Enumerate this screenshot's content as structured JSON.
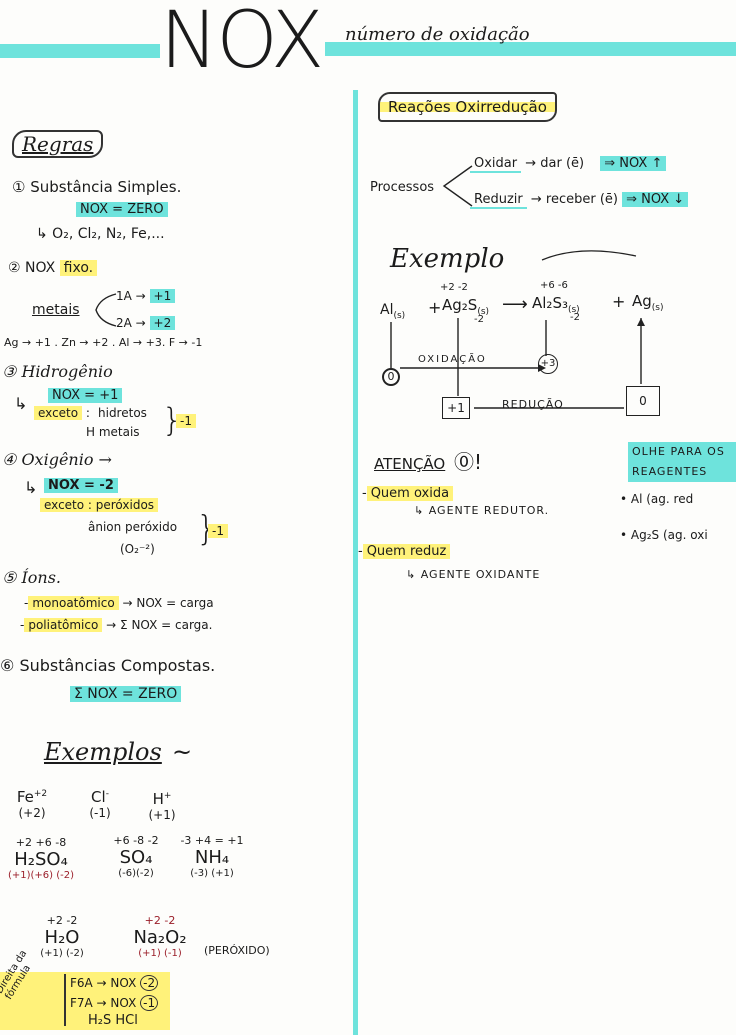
{
  "header": {
    "title": "NOX",
    "subtitle": "número de oxidação"
  },
  "left": {
    "regras_label": "Regras",
    "r1": {
      "num": "①",
      "title": "Substância Simples.",
      "badge": "NOX = ZERO",
      "examples": "↳ O₂, Cl₂, N₂, Fe,..."
    },
    "r2": {
      "num": "②",
      "title_a": "NOX",
      "title_b": "fixo.",
      "metais": "metais",
      "branch1": "1A →",
      "branch1_val": "+1",
      "branch2": "2A →",
      "branch2_val": "+2",
      "line": "Ag → +1 . Zn → +2 . Al → +3. F → -1"
    },
    "r3": {
      "num": "③",
      "title": "Hidrogênio",
      "badge": "NOX = +1",
      "exceto": "exceto",
      "colon": ":",
      "hid1": "hidretos",
      "hid2": "H metais",
      "val": "-1"
    },
    "r4": {
      "num": "④",
      "title": "Oxigênio →",
      "badge": "NOX = -2",
      "exceto": "exceto : peróxidos",
      "anion": "ânion peróxido",
      "ion": "(O₂⁻²)",
      "val": "-1"
    },
    "r5": {
      "num": "⑤",
      "title": "Íons.",
      "mono_a": "monoatômico",
      "mono_b": "→ NOX = carga",
      "poli_a": "poliatômico",
      "poli_b": "→ Σ NOX = carga."
    },
    "r6": {
      "num": "⑥",
      "title": "Substâncias Compostas.",
      "badge": "Σ NOX = ZERO"
    },
    "exemplos_label": "Exemplos",
    "ex_row1": [
      {
        "formula": "Fe",
        "charge": "+2",
        "value": "(+2)"
      },
      {
        "formula": "Cl",
        "charge": "-",
        "value": "(-1)"
      },
      {
        "formula": "H",
        "charge": "+",
        "value": "(+1)"
      }
    ],
    "ex_row2": [
      {
        "top": "+2 +6 -8",
        "formula": "H₂SO₄",
        "bottom": "(+1)(+6) (-2)"
      },
      {
        "top": "+6 -8 -2",
        "formula": "SO₄",
        "bottom": "(-6)(-2)"
      },
      {
        "top": "-3 +4 = +1",
        "formula": "NH₄",
        "bottom": "(-3) (+1)"
      }
    ],
    "ex_row3": [
      {
        "top": "+2 -2",
        "formula": "H₂O",
        "bottom": "(+1) (-2)"
      },
      {
        "top": "+2 -2",
        "formula": "Na₂O₂",
        "bottom": "(+1) (-1)",
        "note": "(PERÓXIDO)"
      }
    ],
    "footer": {
      "side": "Direita da fórmula",
      "l1": "F6A → NOX",
      "l1v": "-2",
      "l2": "F7A → NOX",
      "l2v": "-1",
      "l3": "H₂S  HCl"
    }
  },
  "right": {
    "title": "Reações Oxirredução",
    "processos": "Processos",
    "oxidar": "Oxidar",
    "oxidar_arrow": "→ dar (ē)",
    "oxidar_res": "⇒ NOX ↑",
    "reduzir": "Reduzir",
    "reduzir_arrow": "→ receber (ē)",
    "reduzir_res": "⇒ NOX ↓",
    "exemplo_label": "Exemplo",
    "equation": {
      "al": "Al",
      "al_state": "(s)",
      "plus1": "+",
      "ag2s": "Ag₂S",
      "ag2s_state": "(s)",
      "ag2s_top": "+2  -2",
      "ag2s_bot": "-2",
      "arrow": "⟶",
      "al2s3": "Al₂S₃",
      "al2s3_state": "(s)",
      "al2s3_top": "+6  -6",
      "al2s3_bot": "-2",
      "plus2": "+",
      "ag": "Ag",
      "ag_state": "(s)"
    },
    "oxidacao": "OXIDAÇÃO",
    "reducao": "REDUÇÃO",
    "box_zero_left": "0",
    "box_plus3": "+3",
    "box_plus1": "+1",
    "box_zero_right": "0",
    "atencao": "ATENÇÃO",
    "atencao_mark": "⓪!",
    "quem_oxida": "Quem oxida",
    "agente_redutor": "↳ AGENTE REDUTOR.",
    "quem_reduz": "Quem reduz",
    "agente_oxidante": "↳ AGENTE OXIDANTE",
    "olhe": "OLHE PARA OS REAGENTES",
    "bullet1": "• Al (ag. red",
    "bullet2": "• Ag₂S (ag. oxi"
  }
}
